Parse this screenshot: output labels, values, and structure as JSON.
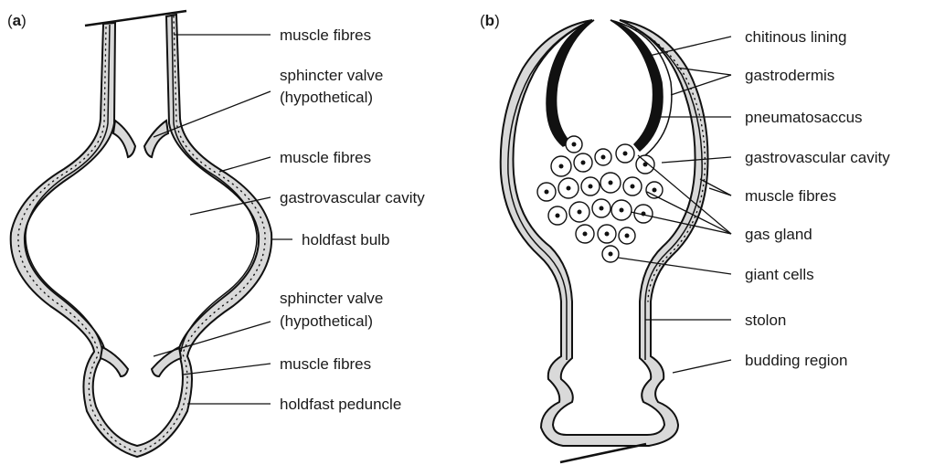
{
  "panel_a": {
    "tag_open": "(",
    "tag_letter": "a",
    "tag_close": ")",
    "labels": {
      "muscle_fibres_1": "muscle fibres",
      "sphincter_1_line1": "sphincter valve",
      "sphincter_1_line2": "(hypothetical)",
      "muscle_fibres_2": "muscle fibres",
      "gastrovascular_cavity": "gastrovascular cavity",
      "holdfast_bulb": "holdfast bulb",
      "sphincter_2_line1": "sphincter valve",
      "sphincter_2_line2": "(hypothetical)",
      "muscle_fibres_3": "muscle fibres",
      "holdfast_peduncle": "holdfast peduncle"
    }
  },
  "panel_b": {
    "tag_open": "(",
    "tag_letter": "b",
    "tag_close": ")",
    "labels": {
      "chitinous_lining": "chitinous lining",
      "gastrodermis": "gastrodermis",
      "pneumatosaccus": "pneumatosaccus",
      "gastrovascular_cavity": "gastrovascular cavity",
      "muscle_fibres": "muscle fibres",
      "gas_gland": "gas gland",
      "giant_cells": "giant cells",
      "stolon": "stolon",
      "budding_region": "budding region"
    }
  },
  "colors": {
    "wall_fill": "#d9d9d9",
    "line": "#111111",
    "background": "#ffffff"
  }
}
